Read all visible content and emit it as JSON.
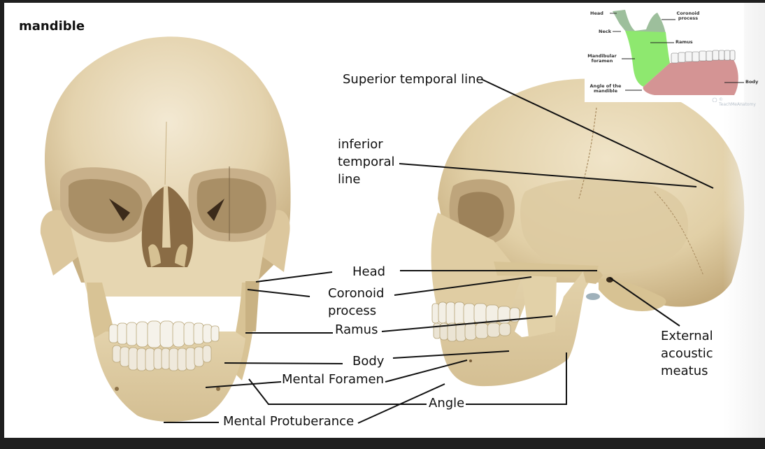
{
  "slide": {
    "title": "mandible",
    "colors": {
      "background_frame": "#1f1f1f",
      "slide_bg": "#ffffff",
      "bone": "#e6d6b4",
      "bone_shadow": "#b9a277",
      "teeth": "#f4f1ea",
      "inset_ramus_green": "#8ee86f",
      "inset_body_red": "#d49494",
      "inset_condyle_gray": "#9dbf9c"
    }
  },
  "labels": {
    "superior_temporal_line": "Superior temporal line",
    "inferior_temporal_line": "inferior temporal line",
    "head": "Head",
    "coronoid_process": "Coronoid process",
    "ramus": "Ramus",
    "body": "Body",
    "mental_foramen": "Mental Foramen",
    "angle": "Angle",
    "mental_protuberance": "Mental Protuberance",
    "external_acoustic_meatus": "External acoustic meatus"
  },
  "inset": {
    "labels": {
      "head": "Head",
      "neck": "Neck",
      "mandibular_foramen": "Mandibular foramen",
      "angle_of_mandible": "Angle of the mandible",
      "coronoid_process": "Coronoid process",
      "ramus": "Ramus",
      "body": "Body"
    },
    "credit": "© TeachMeAnatomy"
  },
  "images": {
    "frontal_skull": "anterior view of skull",
    "lateral_skull": "lateral view of skull",
    "inset_mandible": "colored mandible diagram"
  }
}
